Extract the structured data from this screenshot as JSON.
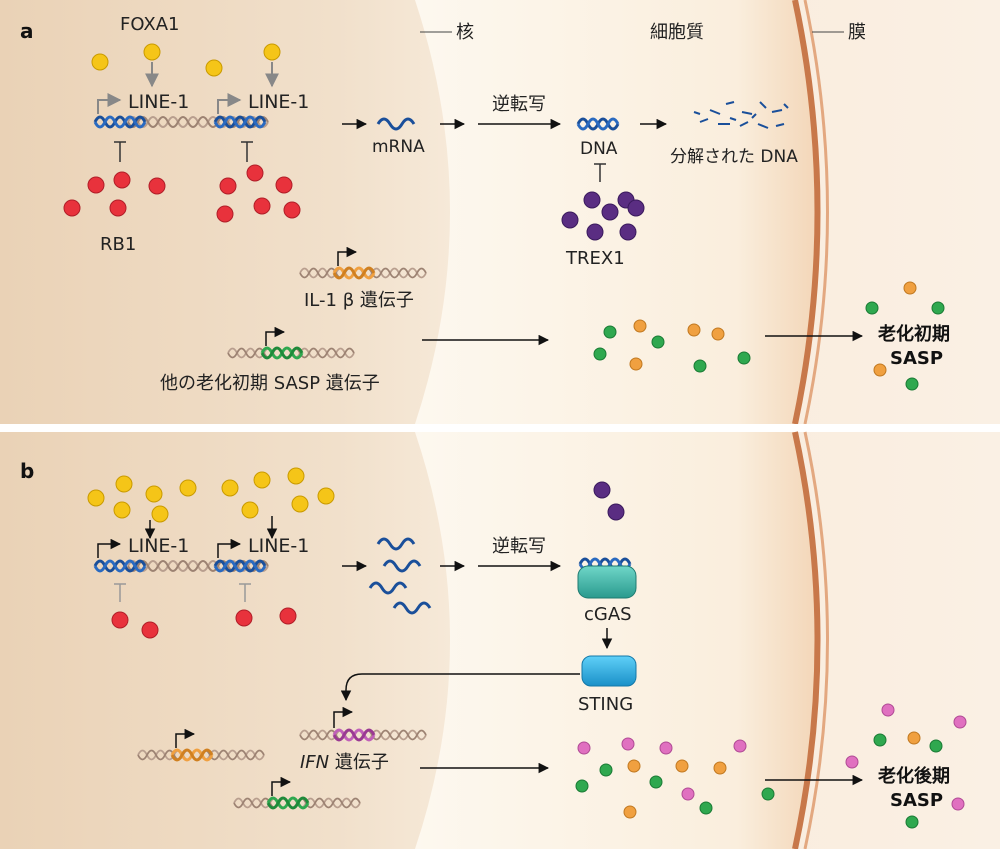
{
  "panel_a": {
    "panel_label": "a",
    "nucleus_label": "核",
    "cytoplasm_label": "細胞質",
    "membrane_label": "膜",
    "foxa1_label": "FOXA1",
    "line1_label_1": "LINE-1",
    "line1_label_2": "LINE-1",
    "rb1_label": "RB1",
    "mrna_label": "mRNA",
    "rt_label": "逆転写",
    "dna_label": "DNA",
    "degraded_dna_label": "分解された DNA",
    "trex1_label": "TREX1",
    "il1b_label": "IL-1 β 遺伝子",
    "other_sasp_label": "他の老化初期 SASP 遺伝子",
    "early_sasp_label_1": "老化初期",
    "early_sasp_label_2": "SASP"
  },
  "panel_b": {
    "panel_label": "b",
    "line1_label_1": "LINE-1",
    "line1_label_2": "LINE-1",
    "rt_label": "逆転写",
    "cgas_label": "cGAS",
    "sting_label": "STING",
    "ifn_italic": "IFN",
    "ifn_suffix": " 遺伝子",
    "late_sasp_label_1": "老化後期",
    "late_sasp_label_2": "SASP"
  },
  "colors": {
    "foxa1": "#f5c518",
    "rb1": "#e8323c",
    "trex1": "#5a2d82",
    "sasp_green": "#2fa84f",
    "sasp_orange": "#f0a040",
    "sasp_pink": "#e070c0",
    "cgas": "#3fb5a8",
    "sting": "#2aa8e0",
    "dna_blue": "#1a4f9a",
    "membrane": "#c8784a"
  }
}
